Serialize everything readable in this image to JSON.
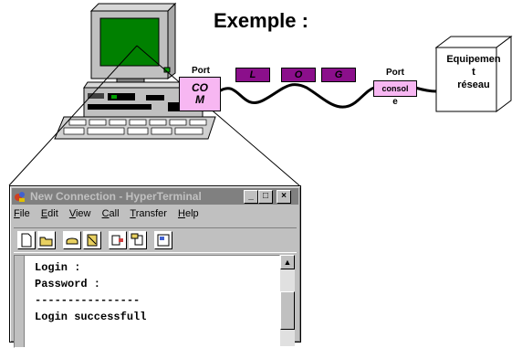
{
  "title": "Exemple :",
  "computer": {
    "port_label": "Port",
    "port_name_lines": [
      "CO",
      "M"
    ]
  },
  "packets": [
    "L",
    "O",
    "G"
  ],
  "console_port": {
    "label": "Port",
    "name_lines": [
      "consol",
      "e"
    ]
  },
  "equipment": {
    "lines": [
      "Equipemen",
      "t",
      "réseau"
    ]
  },
  "window": {
    "title": "New Connection - HyperTerminal",
    "buttons": {
      "minimize": "_",
      "maximize": "□",
      "close": "×"
    },
    "menu": [
      {
        "key": "F",
        "rest": "ile"
      },
      {
        "key": "E",
        "rest": "dit"
      },
      {
        "key": "V",
        "rest": "iew"
      },
      {
        "key": "C",
        "rest": "all"
      },
      {
        "key": "T",
        "rest": "ransfer"
      },
      {
        "key": "H",
        "rest": "elp"
      }
    ],
    "toolbar_icons": [
      "new-icon",
      "open-icon",
      "connect-icon",
      "disconnect-icon",
      "send-icon",
      "receive-icon",
      "properties-icon"
    ],
    "terminal_lines": [
      "Login :",
      "Password :",
      "----------------",
      "Login successfull"
    ],
    "scroll_up": "▲"
  },
  "colors": {
    "port_fill": "#f7b7f2",
    "packet_fill": "#8b0f8b",
    "screen_green": "#008000",
    "titlebar": "#808080"
  }
}
